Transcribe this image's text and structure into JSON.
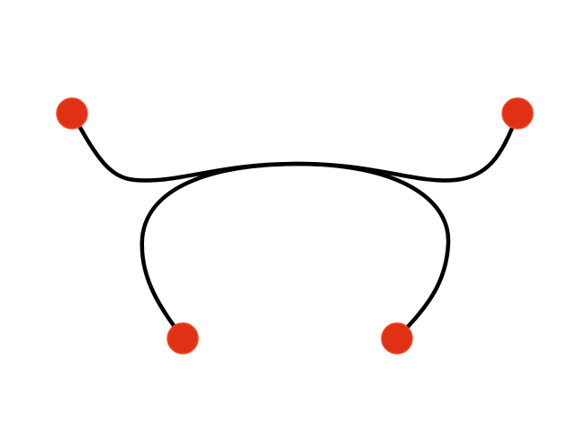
{
  "colors": {
    "background": "#ffffff",
    "curve": "#000000",
    "handle": "#e03117",
    "handle_stroke": "#f04a22"
  },
  "handles": [
    {
      "name": "control-handle-top-left"
    },
    {
      "name": "control-handle-top-right"
    },
    {
      "name": "control-handle-bottom-left"
    },
    {
      "name": "control-handle-bottom-right"
    }
  ]
}
